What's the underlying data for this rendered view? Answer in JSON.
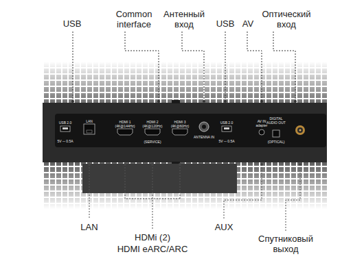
{
  "diagram": {
    "labels": [
      "USB",
      "Common interface",
      "Антенный вход",
      "USB",
      "AV",
      "Оптический вход",
      "LAN",
      "HDMi (2)",
      "HDMI eARC/ARC",
      "AUX",
      "Спутниковый выход",
      "USB 2.0",
      "5V ⎓ 0.5A",
      "LAN",
      "HDMI 1 (4K@144Hz)",
      "HDMI 2 (4K@120Hz)",
      "(SERVICE)",
      "HDMI 3 (4K@60Hz)",
      "ANTENNA IN",
      "USB 2.0",
      "5V ⎓ 0.5A",
      "AV IN adapter",
      "DIGITAL AUDIO OUT",
      "(OPTICAL)"
    ]
  }
}
